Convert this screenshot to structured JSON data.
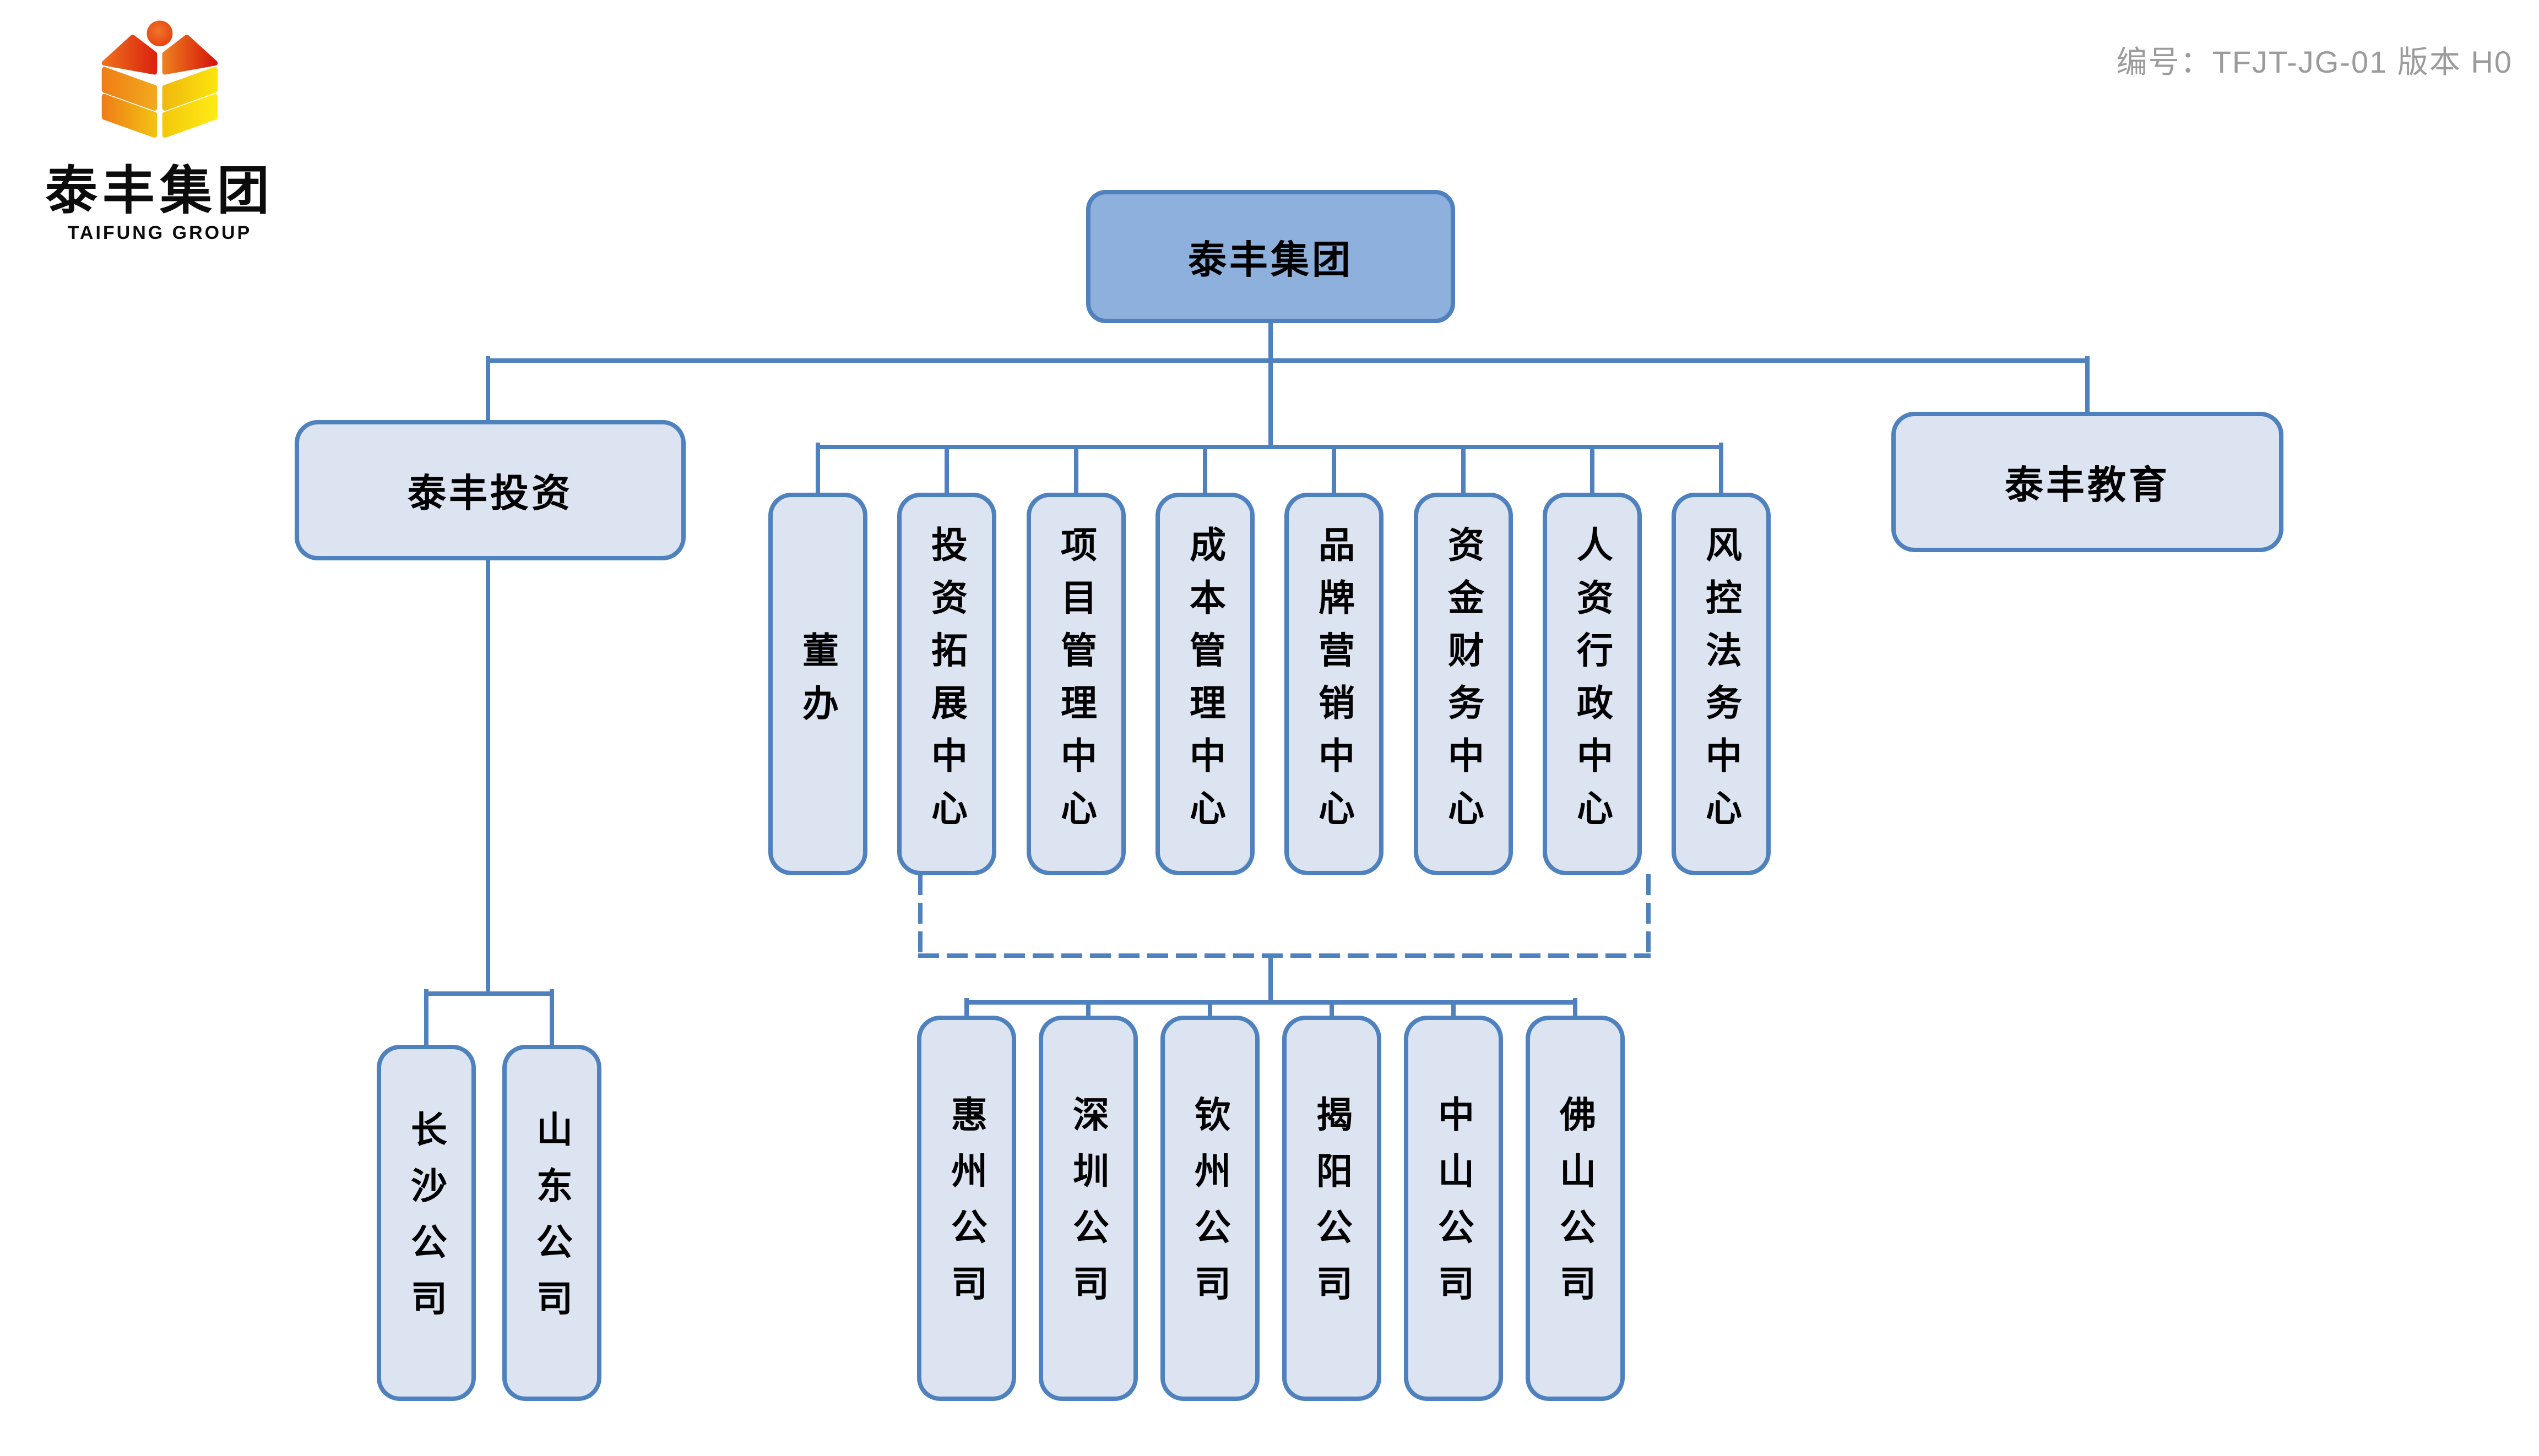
{
  "page": {
    "doc_number": "编号：TFJT-JG-01  版本 H0"
  },
  "logo": {
    "name_cn": "泰丰集团",
    "name_en": "TAIFUNG GROUP"
  },
  "chart": {
    "root": "泰丰集团",
    "invest_branch": "泰丰投资",
    "education_branch": "泰丰教育",
    "invest_children": [
      "长沙公司",
      "山东公司"
    ],
    "departments": [
      "董办",
      "投资拓展中心",
      "项目管理中心",
      "成本管理中心",
      "品牌营销中心",
      "资金财务中心",
      "人资行政中心",
      "风控法务中心"
    ],
    "subsidiaries": [
      "惠州公司",
      "深圳公司",
      "钦州公司",
      "揭阳公司",
      "中山公司",
      "佛山公司"
    ]
  },
  "colors": {
    "accent_line": "#4E81BD",
    "root_fill": "#8EB0DD",
    "node_fill": "#DCE4F2",
    "doc_number_gray": "#9B9B9B",
    "logo_red": "#D81E0B",
    "logo_orange": "#EE7D1E",
    "logo_gold": "#F5AD1B",
    "logo_yellow": "#FBE40B"
  }
}
